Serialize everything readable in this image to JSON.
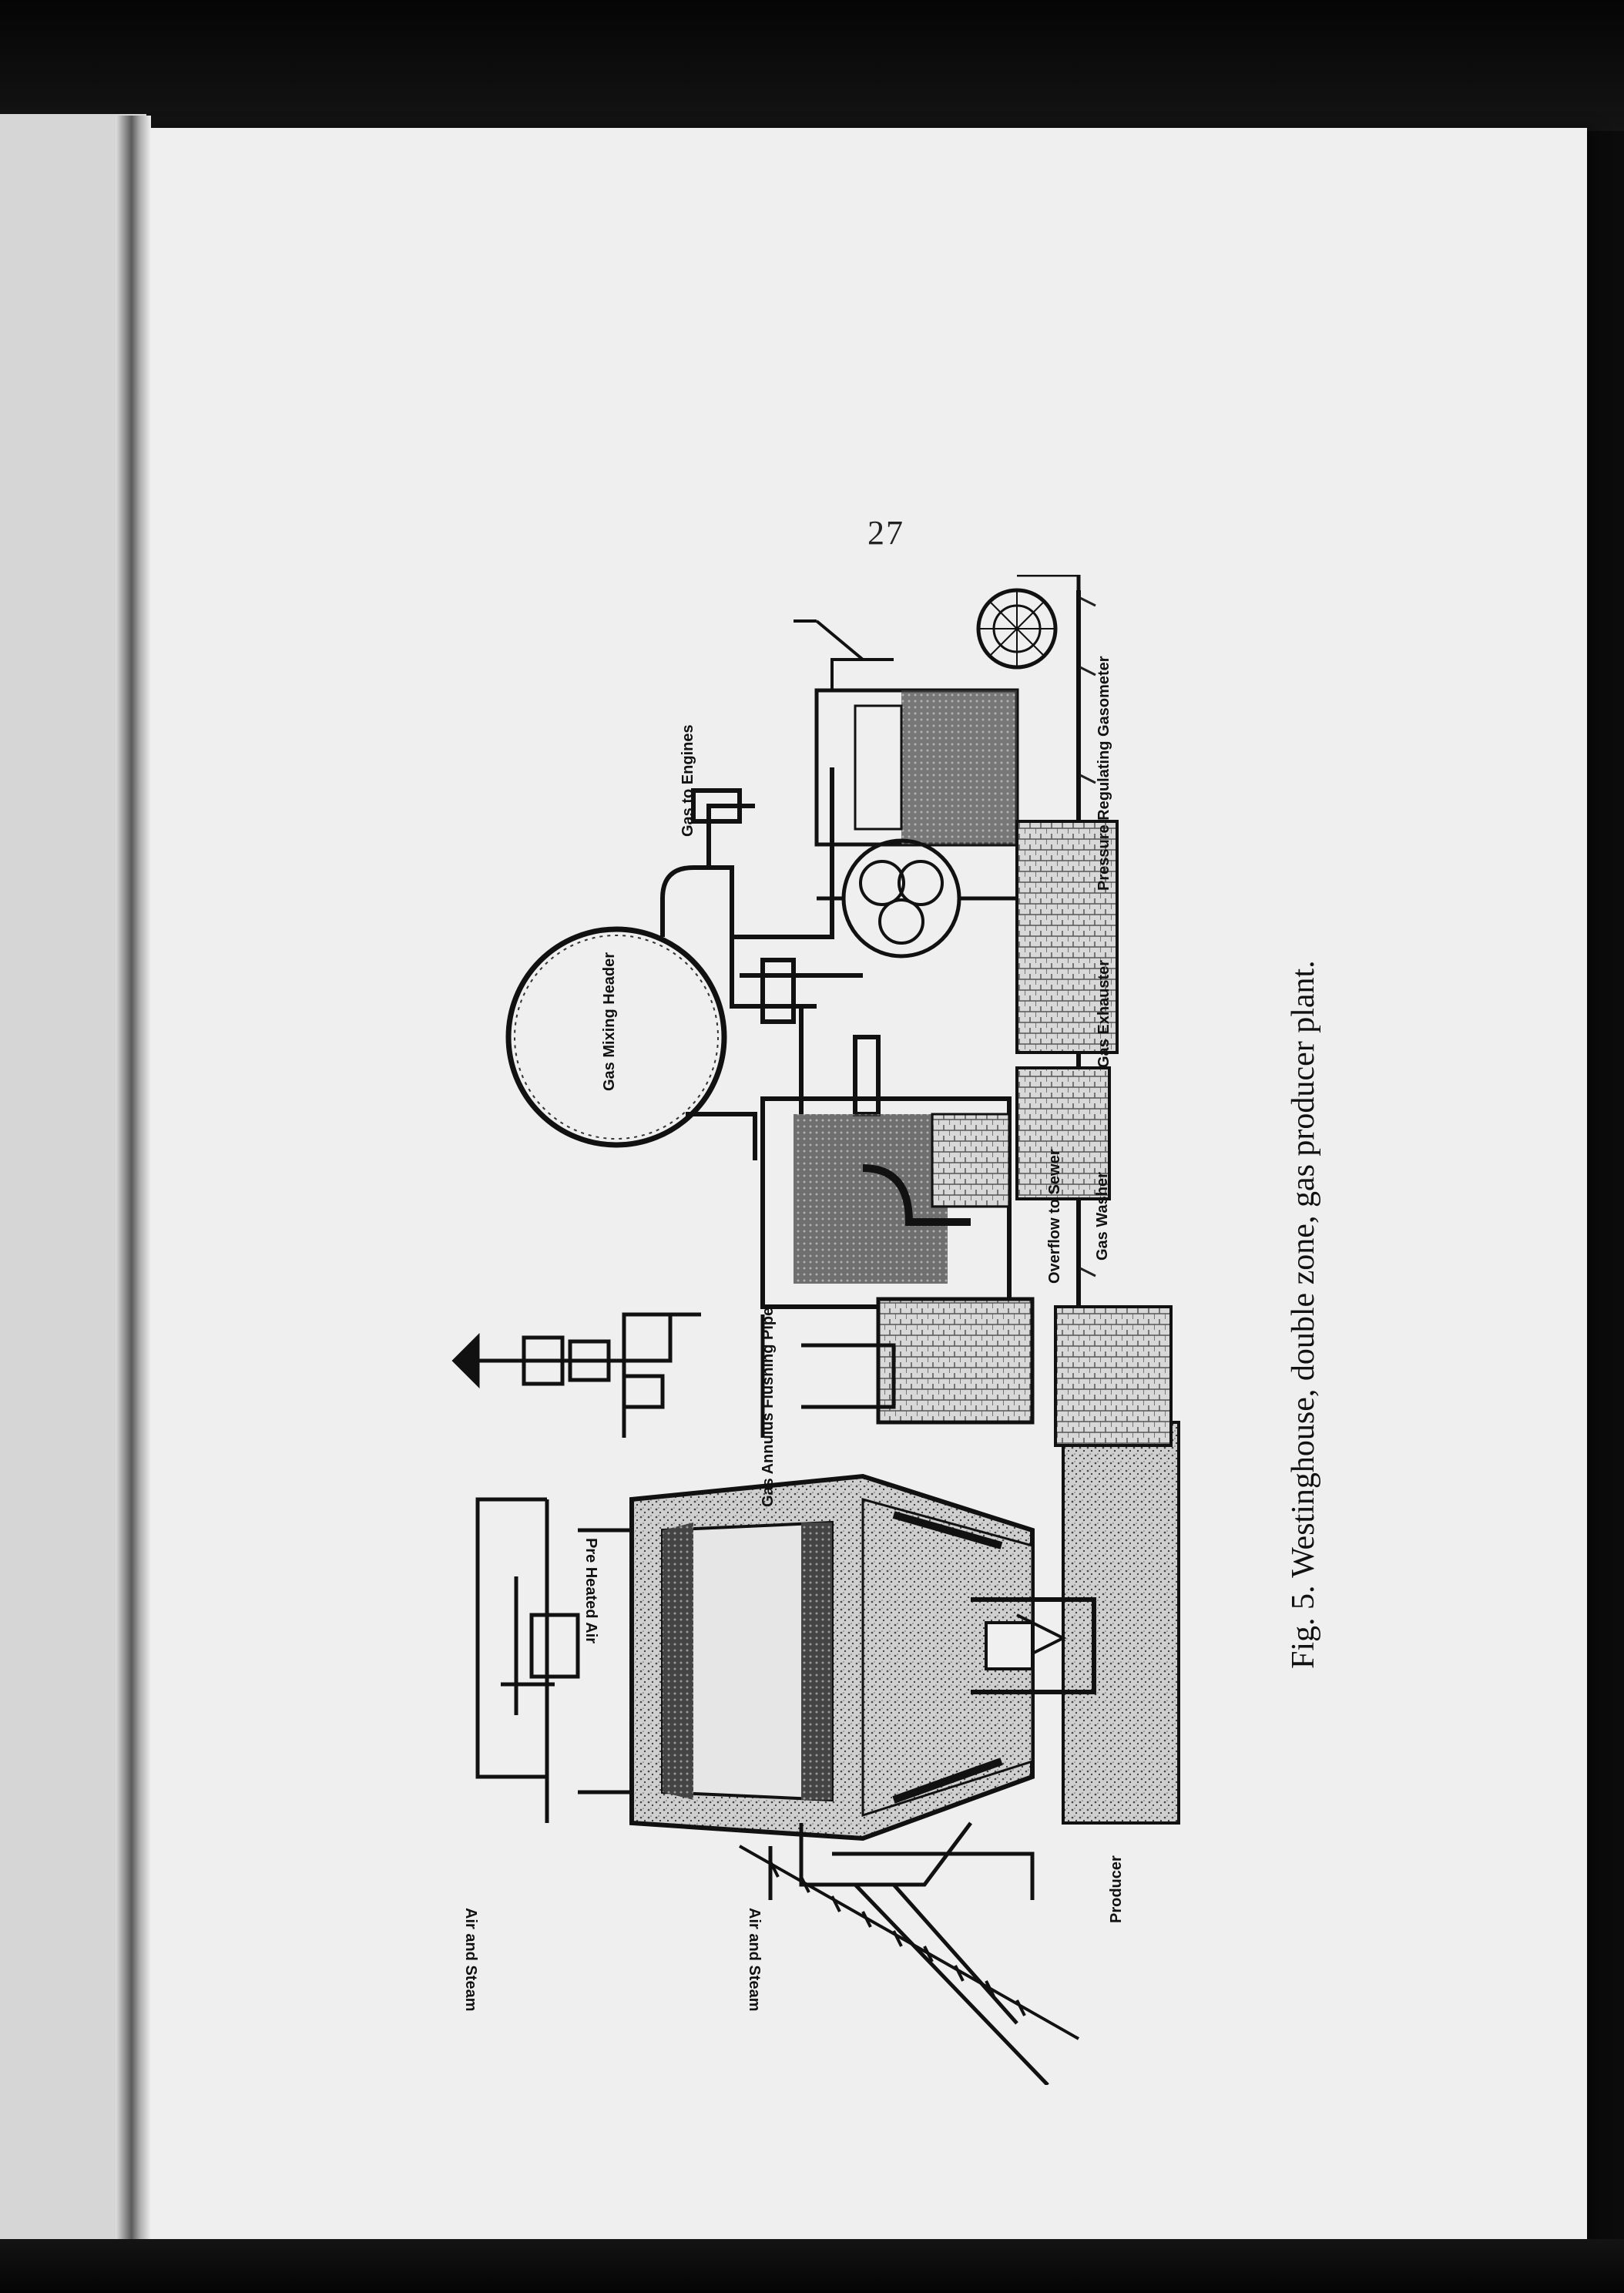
{
  "page_number": "27",
  "caption": "Fig. 5.  Westinghouse, double zone, gas producer plant.",
  "labels": {
    "gas_mixing_header": "Gas Mixing Header",
    "gas_to_engines": "Gas to Engines",
    "pressure_regulating_gasometer": "Pressure Regulating Gasometer",
    "gas_exhauster": "Gas Exhauster",
    "gas_washer": "Gas Washer",
    "overflow_to_sewer": "Overflow to Sewer",
    "producer": "Producer",
    "gas_annulus_flushing_pipe": "Gas Annulus Flushing Pipe",
    "pre_heated_air": "Pre Heated Air",
    "air_and_steam_upper": "Air and Steam",
    "air_and_steam_lower": "Air and Steam"
  }
}
